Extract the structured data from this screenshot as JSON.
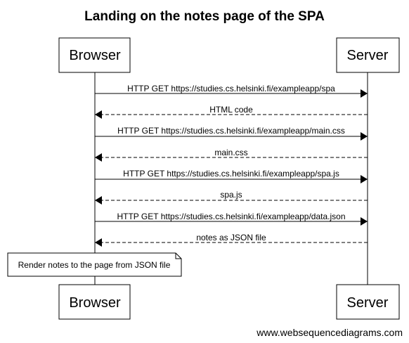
{
  "diagram": {
    "title": "Landing on the notes page of the SPA",
    "participants": [
      "Browser",
      "Server"
    ],
    "messages": [
      {
        "from": "Browser",
        "to": "Server",
        "text": "HTTP GET https://studies.cs.helsinki.fi/exampleapp/spa",
        "style": "solid"
      },
      {
        "from": "Server",
        "to": "Browser",
        "text": "HTML code",
        "style": "dashed"
      },
      {
        "from": "Browser",
        "to": "Server",
        "text": "HTTP GET https://studies.cs.helsinki.fi/exampleapp/main.css",
        "style": "solid"
      },
      {
        "from": "Server",
        "to": "Browser",
        "text": "main.css",
        "style": "dashed"
      },
      {
        "from": "Browser",
        "to": "Server",
        "text": "HTTP GET https://studies.cs.helsinki.fi/exampleapp/spa.js",
        "style": "solid"
      },
      {
        "from": "Server",
        "to": "Browser",
        "text": "spa.js",
        "style": "dashed"
      },
      {
        "from": "Browser",
        "to": "Server",
        "text": "HTTP GET https://studies.cs.helsinki.fi/exampleapp/data.json",
        "style": "solid"
      },
      {
        "from": "Server",
        "to": "Browser",
        "text": "notes as JSON file",
        "style": "dashed"
      }
    ],
    "note": {
      "over": "Browser",
      "text": "Render notes to the page from JSON file"
    }
  },
  "footer": {
    "text": "www.websequencediagrams.com"
  }
}
